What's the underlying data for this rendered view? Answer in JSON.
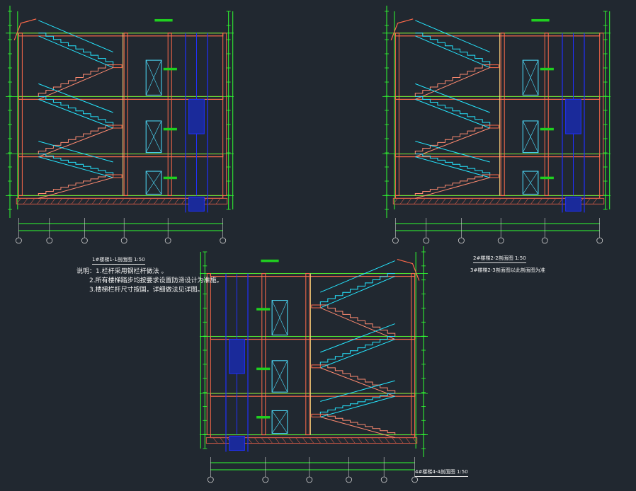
{
  "sheet": {
    "background": "#212830",
    "colors": {
      "wall": "#ff6a4a",
      "hatch": "#d05a48",
      "stair_upper": "#25e6ff",
      "stair_lower": "#ff8a70",
      "elevator": "#2030ff",
      "dimension": "#30ff30",
      "axis": "#d0d0d0",
      "column": "#ffd37a",
      "door": "#4fe0ff",
      "label_tag": "#20d020"
    }
  },
  "notes": {
    "title": "说明：",
    "items": [
      "1.栏杆采用钢栏杆做法 。",
      "2.所有楼梯踏步均按要求设置防滑设计为准施。",
      "3.楼梯栏杆尺寸按国，详细做法见详图。"
    ]
  },
  "captions": {
    "section_1_1": "1#楼梯1-1剖面图 1:50",
    "section_2_2": "2#楼梯2-2剖面图 1:50",
    "section_2_2_note": "3#楼梯2-3剖面图以此剖面图为准",
    "section_4_4": "4#楼梯4-4剖面图 1:50"
  }
}
